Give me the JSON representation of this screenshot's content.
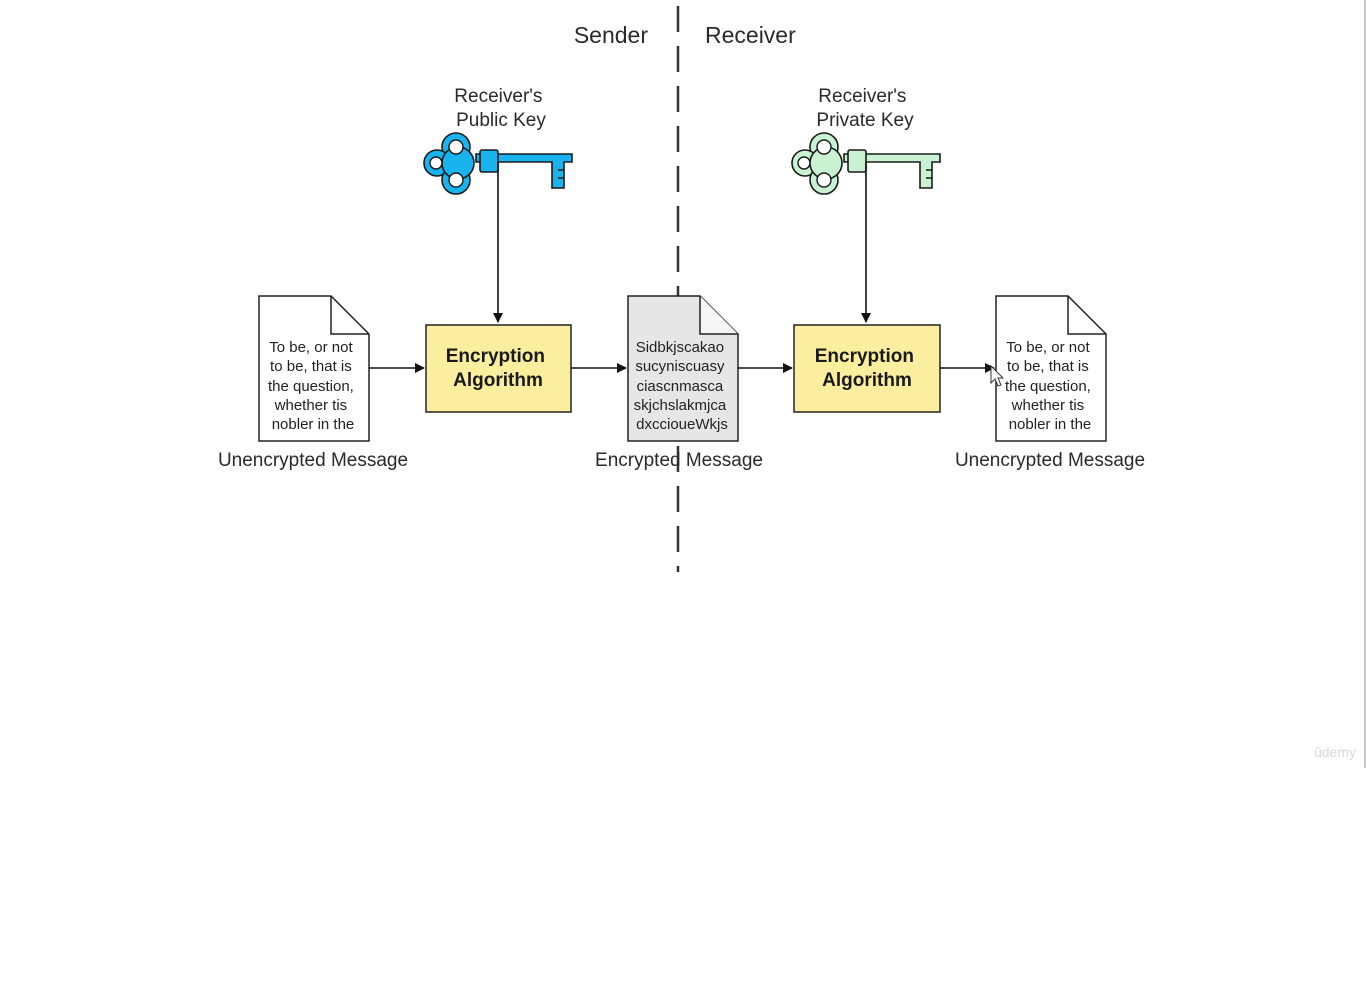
{
  "headers": {
    "sender": "Sender",
    "receiver": "Receiver"
  },
  "keys": {
    "public_key_label": [
      "Receiver's",
      "Public Key"
    ],
    "private_key_label": [
      "Receiver's",
      "Private Key"
    ],
    "public_key_color": "#19b4f0",
    "private_key_color": "#c9f2d2"
  },
  "boxes": {
    "left_label": [
      "Encryption",
      "Algorithm"
    ],
    "right_label": [
      "Encryption",
      "Algorithm"
    ],
    "fill": "#fbee9e"
  },
  "documents": {
    "plain_left_lines": [
      "To be, or not",
      "to be, that is",
      "the question,",
      "whether tis",
      "nobler in the"
    ],
    "cipher_lines": [
      "Sidbkjscakao",
      "sucyniscuasy",
      "ciascnmasca",
      "skjchslakmjca",
      "dxccioueWkjs"
    ],
    "plain_right_lines": [
      "To be, or not",
      "to be, that is",
      "the question,",
      "whether tis",
      "nobler in the"
    ],
    "cipher_fill": "#e6e6e6"
  },
  "captions": {
    "left": "Unencrypted Message",
    "middle": "Encrypted Message",
    "right": "Unencrypted Message"
  },
  "watermark": "ûdemy"
}
